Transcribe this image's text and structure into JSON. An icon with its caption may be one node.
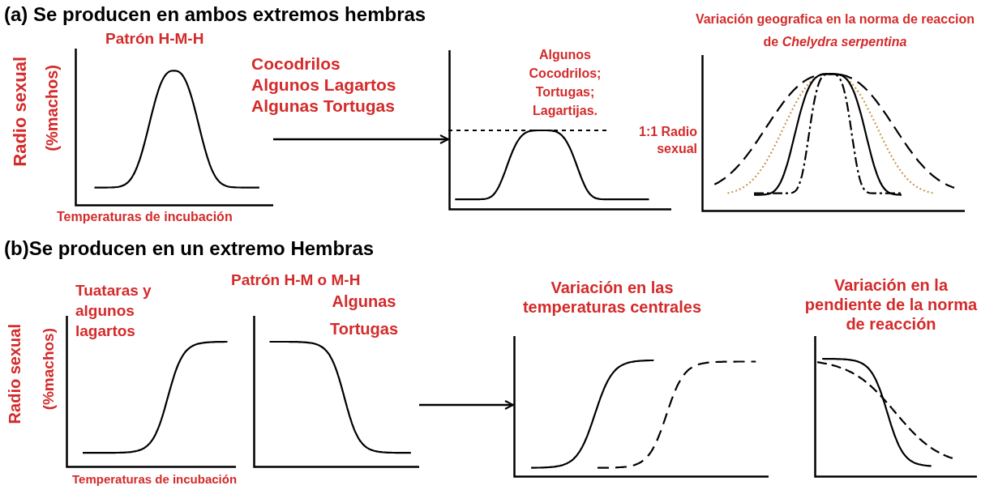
{
  "diagram": {
    "nodes": [
      {
        "text": [],
        "shape": "picture",
        "beside": [
          "Patrón H-M-H",
          "Radio sexual",
          "(%machos)",
          "Temperaturas de incubación"
        ]
      },
      {
        "text": [],
        "shape": "picture"
      },
      {
        "text": [],
        "shape": "picture",
        "beside": [
          "Variación geografica en la norma de reaccion de *Chelydra serpentina*"
        ]
      },
      {
        "text": [],
        "shape": "picture",
        "beside": [
          "Radio sexual",
          "(%machos)",
          "Temperaturas de incubación"
        ]
      },
      {
        "text": [],
        "shape": "picture"
      },
      {
        "text": [],
        "shape": "picture",
        "beside": [
          "Variación en las temperaturas centrales"
        ]
      },
      {
        "text": [],
        "shape": "picture",
        "beside": [
          "Variación en la pendiente de la norma de reacción"
        ]
      }
    ],
    "edges": [
      {
        "from": 0,
        "to": 1,
        "arrow": "to"
      },
      {
        "from": 4,
        "to": 5,
        "arrow": "to"
      }
    ],
    "labels": [
      "(a) Se producen en ambos extremos hembras",
      "Cocodrilos",
      "Algunos Lagartos",
      "Algunas Tortugas",
      "Algunos Cocodrilos; Tortugas; Lagartijas.",
      "1:1 Radio sexual",
      "(b)Se producen en un extremo Hembras",
      "Tuataras y algunos lagartos",
      "Patrón H-M o M-H",
      "Algunas Tortugas"
    ]
  }
}
